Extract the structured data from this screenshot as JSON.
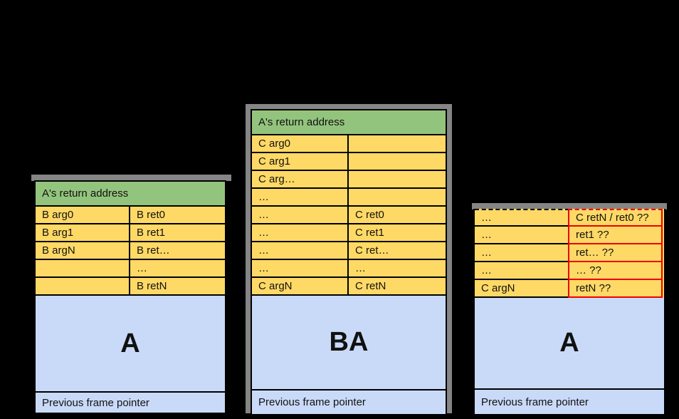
{
  "colors": {
    "background": "#000000",
    "header_green": "#93c47d",
    "cell_yellow": "#ffd966",
    "frame_blue": "#c9daf8",
    "shadow_gray": "#858585",
    "highlight_red": "#ee0000",
    "text": "#111111"
  },
  "frames": [
    {
      "name": "frame-b-on-a",
      "header": "A's return address",
      "rows": [
        [
          "B arg0",
          "B ret0"
        ],
        [
          "B arg1",
          "B ret1"
        ],
        [
          "B argN",
          "B ret…"
        ],
        [
          "",
          "…"
        ],
        [
          "",
          "B retN"
        ]
      ],
      "body_label": "A",
      "footer": "Previous frame pointer"
    },
    {
      "name": "frame-c-on-ba",
      "header": "A's return address",
      "rows": [
        [
          "C arg0",
          ""
        ],
        [
          "C arg1",
          ""
        ],
        [
          "C arg…",
          ""
        ],
        [
          "…",
          ""
        ],
        [
          "…",
          "C ret0"
        ],
        [
          "…",
          "C ret1"
        ],
        [
          "…",
          "C ret…"
        ],
        [
          "…",
          "…"
        ],
        [
          "C argN",
          "C retN"
        ]
      ],
      "body_label": "BA",
      "footer": "Previous frame pointer"
    },
    {
      "name": "frame-corrupted-a",
      "rows": [
        [
          "…",
          "C retN / ret0 ??"
        ],
        [
          "…",
          "ret1 ??"
        ],
        [
          "…",
          "ret… ??"
        ],
        [
          "…",
          "… ??"
        ],
        [
          "C argN",
          "retN ??"
        ]
      ],
      "body_label": "A",
      "footer": "Previous frame pointer"
    }
  ]
}
